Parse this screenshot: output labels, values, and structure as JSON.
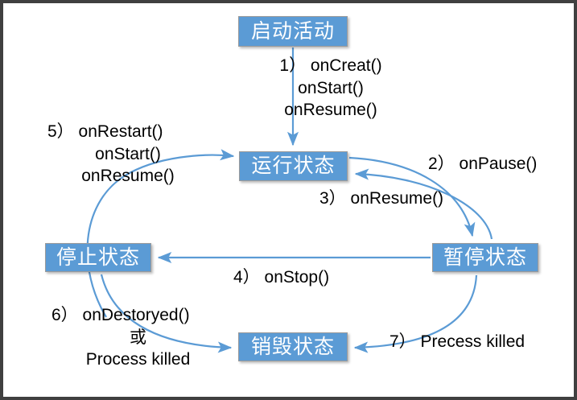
{
  "diagram": {
    "title": "Android Activity Lifecycle State Diagram",
    "colors": {
      "box_fill": "#5B9BD5",
      "box_border": "#9a9a9a",
      "box_text": "#ffffff",
      "arrow": "#5B9BD5",
      "frame": "#404040",
      "label_text": "#000000",
      "background": "#ffffff"
    },
    "states": [
      {
        "id": "start",
        "label": "启动活动"
      },
      {
        "id": "running",
        "label": "运行状态"
      },
      {
        "id": "paused",
        "label": "暂停状态"
      },
      {
        "id": "stopped",
        "label": "停止状态"
      },
      {
        "id": "destroyed",
        "label": "销毁状态"
      }
    ],
    "transitions": [
      {
        "number": "1）",
        "from": "start",
        "to": "running",
        "lines": [
          "1） onCreat()",
          "onStart()",
          "onResume()"
        ],
        "line1": "1） onCreat()",
        "line2": "onStart()",
        "line3": "onResume()"
      },
      {
        "number": "2）",
        "from": "running",
        "to": "paused",
        "lines": [
          "2） onPause()"
        ],
        "line1": "2） onPause()"
      },
      {
        "number": "3）",
        "from": "paused",
        "to": "running",
        "lines": [
          "3） onResume()"
        ],
        "line1": "3） onResume()"
      },
      {
        "number": "4）",
        "from": "paused",
        "to": "stopped",
        "lines": [
          "4） onStop()"
        ],
        "line1": "4） onStop()"
      },
      {
        "number": "5）",
        "from": "stopped",
        "to": "running",
        "lines": [
          "5） onRestart()",
          "onStart()",
          "onResume()"
        ],
        "line1": "5） onRestart()",
        "line2": "onStart()",
        "line3": "onResume()"
      },
      {
        "number": "6）",
        "from": "stopped",
        "to": "destroyed",
        "lines": [
          "6） onDestoryed()",
          "或",
          "Process killed"
        ],
        "line1": "6） onDestoryed()",
        "line2": "或",
        "line3": "Process killed"
      },
      {
        "number": "7）",
        "from": "paused",
        "to": "destroyed",
        "lines": [
          "7） Precess killed"
        ],
        "line1": "7） Precess killed"
      }
    ]
  }
}
